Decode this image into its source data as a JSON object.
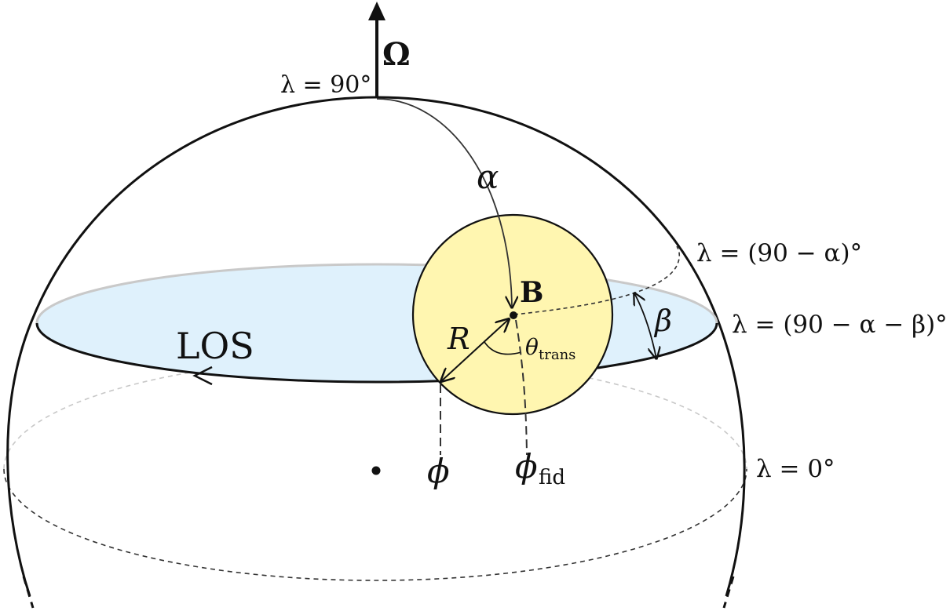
{
  "colors": {
    "stroke": "#111111",
    "los_fill": "#dff1fc",
    "los_rim": "#c9c9c9",
    "spot_fill": "#fff6b0",
    "dashed_light": "#c8c8c8",
    "dashed_dark": "#333333"
  },
  "labels": {
    "omega": "Ω",
    "lambda_pole": "λ = 90°",
    "alpha": "α",
    "lambda_alpha": "λ = (90 − α)°",
    "B": "B",
    "beta": "β",
    "lambda_alpha_beta": "λ = (90 − α − β)°",
    "R": "R",
    "theta": "θ",
    "theta_sub": "trans",
    "LOS": "LOS",
    "phi": "ϕ",
    "phi_fid": "ϕ",
    "phi_fid_sub": "fid",
    "lambda_equator": "λ = 0°"
  }
}
